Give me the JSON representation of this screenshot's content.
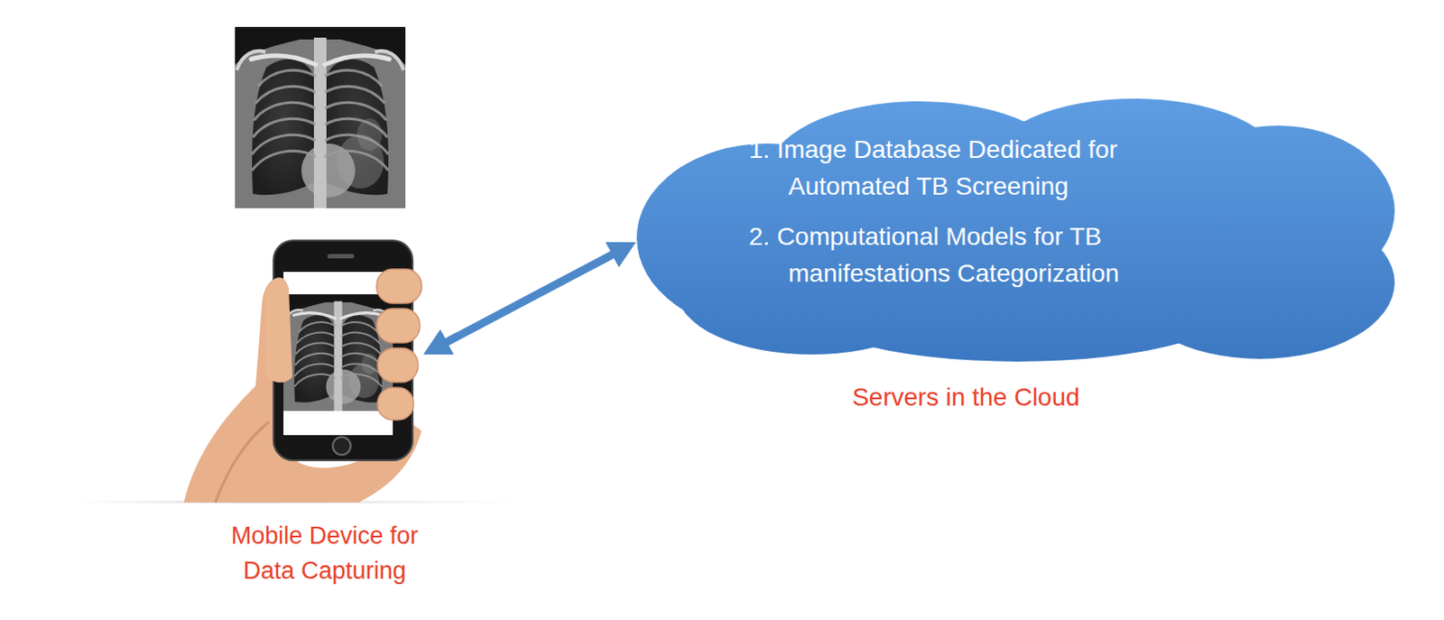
{
  "diagram": {
    "nodes": [
      {
        "text": [
          "Mobile Device for Data Capturing"
        ]
      },
      {
        "text": [
          "1. Image Database Dedicated for Automated TB Screening",
          "2. Computational Models for TB manifestations Categorization",
          "Servers in the Cloud"
        ]
      }
    ],
    "edges": [
      {
        "from": 0,
        "to": 1,
        "arrow": "both"
      }
    ]
  }
}
